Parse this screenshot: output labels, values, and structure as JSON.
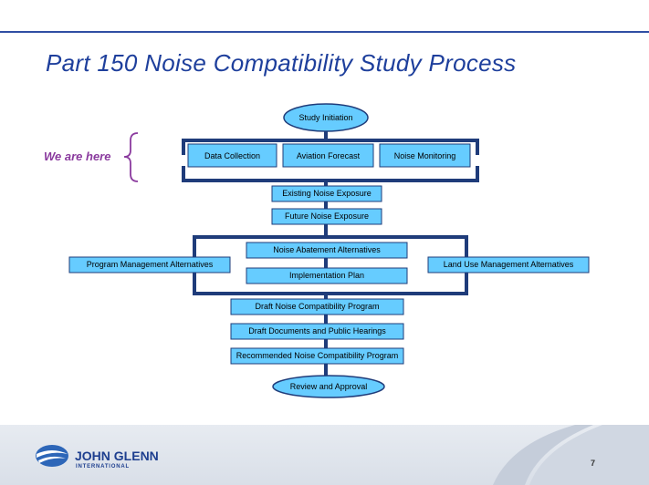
{
  "slide": {
    "title": "Part 150 Noise Compatibility Study Process",
    "page_number": "7"
  },
  "annotation": {
    "text": "We are here"
  },
  "flowchart": {
    "study_initiation": "Study Initiation",
    "data_collection": "Data Collection",
    "aviation_forecast": "Aviation Forecast",
    "noise_monitoring": "Noise Monitoring",
    "existing_noise": "Existing Noise Exposure",
    "future_noise": "Future Noise Exposure",
    "noise_abatement": "Noise Abatement Alternatives",
    "implementation_plan": "Implementation Plan",
    "program_management": "Program Management Alternatives",
    "land_use_management": "Land Use Management Alternatives",
    "draft_ncp": "Draft Noise Compatibility Program",
    "draft_documents": "Draft Documents and Public Hearings",
    "recommended_ncp": "Recommended Noise Compatibility Program",
    "review_approval": "Review and Approval"
  },
  "footer": {
    "logo_name": "JOHN GLENN",
    "logo_sub": "INTERNATIONAL"
  },
  "colors": {
    "box_fill": "#66ccff",
    "connector": "#1f3c7a",
    "title": "#1e3f9c",
    "annotation": "#8a3a9e"
  }
}
